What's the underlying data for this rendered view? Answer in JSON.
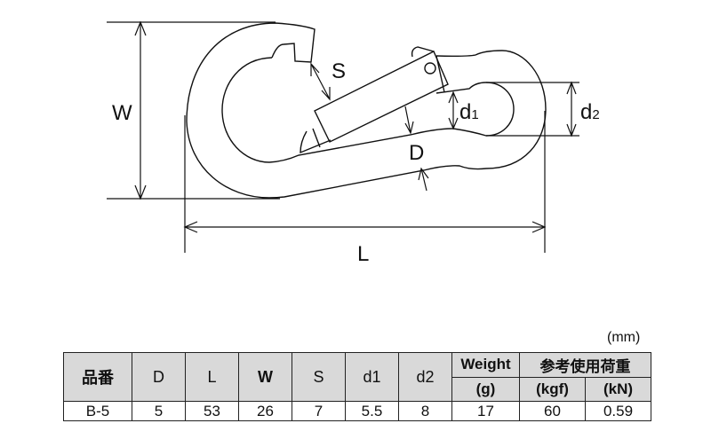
{
  "diagram": {
    "labels": {
      "W": "W",
      "S": "S",
      "L": "L",
      "D": "D",
      "d1_main": "d",
      "d1_sub": "1",
      "d2_main": "d",
      "d2_sub": "2"
    }
  },
  "table": {
    "unit": "(mm)",
    "headers": {
      "part_no": "品番",
      "D": "D",
      "L": "L",
      "W": "W",
      "S": "S",
      "d1": "d1",
      "d2": "d2",
      "weight": "Weight",
      "weight_unit": "(g)",
      "load": "参考使用荷重",
      "load_kgf": "(kgf)",
      "load_kn": "(kN)"
    },
    "rows": [
      {
        "part_no": "B-5",
        "D": "5",
        "L": "53",
        "W": "26",
        "S": "7",
        "d1": "5.5",
        "d2": "8",
        "weight": "17",
        "kgf": "60",
        "kn": "0.59"
      }
    ]
  }
}
